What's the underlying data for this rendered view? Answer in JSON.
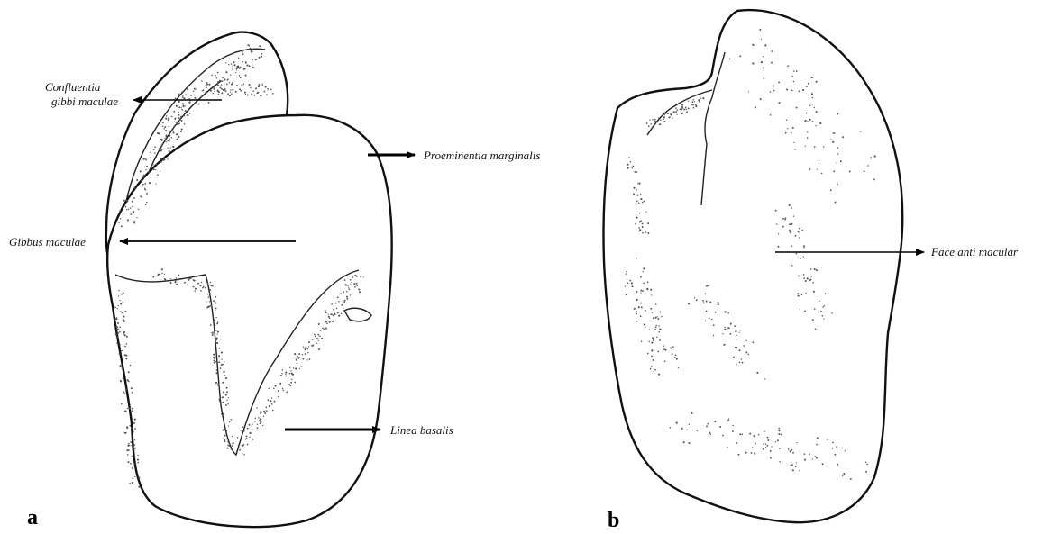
{
  "panels": {
    "a": {
      "label": "a",
      "annotations": {
        "confluentia_line1": "Confluentia",
        "confluentia_line2": "gibbi maculae",
        "proeminentia": "Proeminentia marginalis",
        "gibbus": "Gibbus maculae",
        "linea": "Linea basalis"
      }
    },
    "b": {
      "label": "b",
      "annotations": {
        "face": "Face anti macular"
      }
    }
  },
  "colors": {
    "ink": "#111111",
    "background": "#ffffff",
    "stipple": "#555555"
  }
}
